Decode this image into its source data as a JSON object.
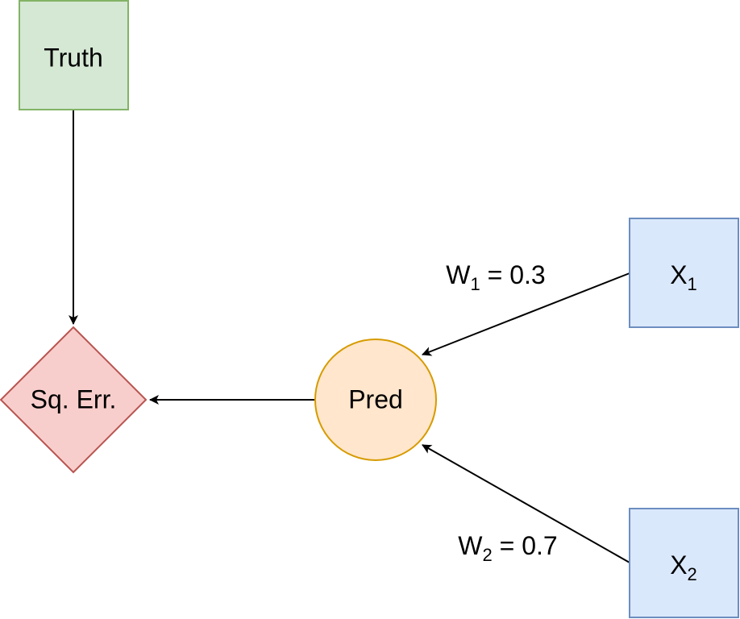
{
  "nodes": {
    "truth": {
      "label": "Truth",
      "fill": "#d5e8d4",
      "stroke": "#82b366",
      "shape": "rectangle"
    },
    "sq_err": {
      "label": "Sq. Err.",
      "fill": "#f8cecc",
      "stroke": "#b85450",
      "shape": "diamond"
    },
    "pred": {
      "label": "Pred",
      "fill": "#ffe6cc",
      "stroke": "#d79b00",
      "shape": "circle"
    },
    "x1": {
      "label": "X",
      "subscript": "1",
      "fill": "#dae8fc",
      "stroke": "#6c8ebf",
      "shape": "rectangle"
    },
    "x2": {
      "label": "X",
      "subscript": "2",
      "fill": "#dae8fc",
      "stroke": "#6c8ebf",
      "shape": "rectangle"
    }
  },
  "edges": {
    "w1": {
      "from": "X1",
      "to": "Pred",
      "label_var": "W",
      "label_sub": "1",
      "label_value": " = 0.3"
    },
    "w2": {
      "from": "X2",
      "to": "Pred",
      "label_var": "W",
      "label_sub": "2",
      "label_value": " = 0.7"
    },
    "pred_to_err": {
      "from": "Pred",
      "to": "Sq. Err."
    },
    "truth_to_err": {
      "from": "Truth",
      "to": "Sq. Err."
    }
  },
  "colors": {
    "edge": "#000000"
  }
}
